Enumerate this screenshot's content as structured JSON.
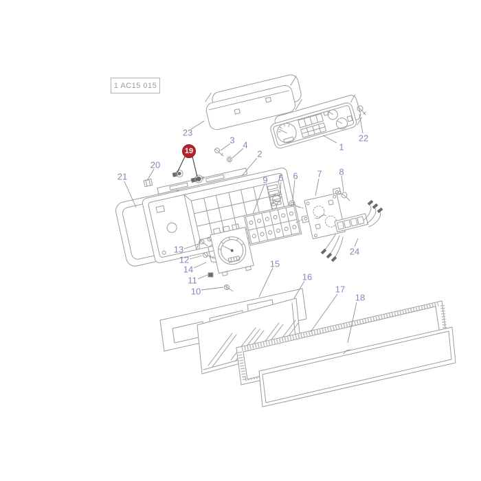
{
  "figure_reference": {
    "code": "1 AC15 015"
  },
  "selected_part": {
    "number": "19"
  },
  "part_numbers": {
    "p1": "1",
    "p2": "2",
    "p3": "3",
    "p4": "4",
    "p5": "5",
    "p6": "6",
    "p7": "7",
    "p8": "8",
    "p9": "9",
    "p10": "10",
    "p11": "11",
    "p12": "12",
    "p13": "13",
    "p14": "14",
    "p15": "15",
    "p16": "16",
    "p17": "17",
    "p18": "18",
    "p20": "20",
    "p21": "21",
    "p22": "22",
    "p23": "23",
    "p24": "24"
  },
  "colors": {
    "part_label": "#8487bb",
    "selected_highlight_bg": "#b5242c",
    "selected_highlight_text": "#ffffff",
    "drawing_line": "#9c9c9c"
  }
}
